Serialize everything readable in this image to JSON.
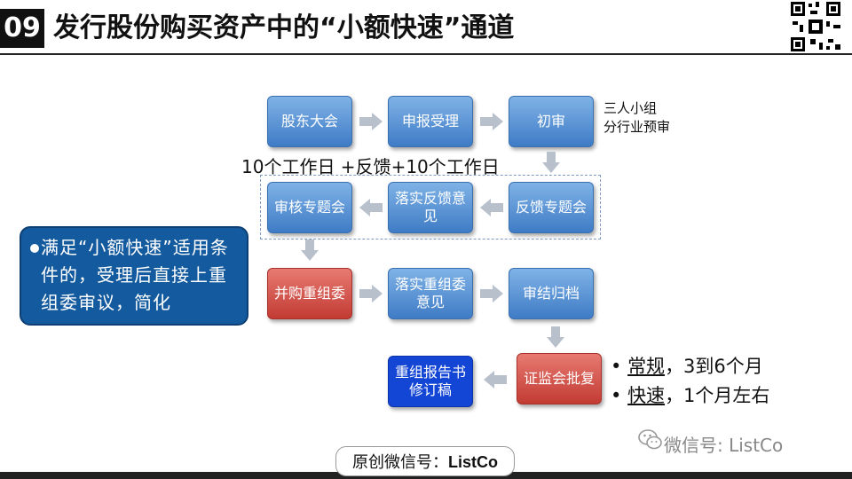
{
  "header": {
    "number": "09",
    "title": "发行股份购买资产中的“小额快速”通道"
  },
  "flow": {
    "row1": [
      "股东大会",
      "申报受理",
      "初审"
    ],
    "row1_note": "三人小组\n分行业预审",
    "timeline": "10个工作日 +反馈+10个工作日",
    "row2": [
      "审核专题会",
      "落实反馈意见",
      "反馈专题会"
    ],
    "row3": [
      "并购重组委",
      "落实重组委意见",
      "审结归档"
    ],
    "row4": [
      "重组报告书修订稿",
      "证监会批复"
    ]
  },
  "callout": {
    "text": "满足“小额快速”适用条件的，受理后直接上重组委审议，简化"
  },
  "bullets": [
    {
      "prefix": "• ",
      "key": "常规",
      "rest": "，3到6个月"
    },
    {
      "prefix": "• ",
      "key": "快速",
      "rest": "，1个月左右"
    }
  ],
  "watermark": "微信号: ListCo",
  "footer": {
    "prefix": "原创微信号：",
    "handle": "ListCo"
  },
  "colors": {
    "blue_box": "#4f8dd6",
    "red_box": "#d34a41",
    "dark_blue_box": "#1446d6",
    "callout": "#135a9e"
  }
}
